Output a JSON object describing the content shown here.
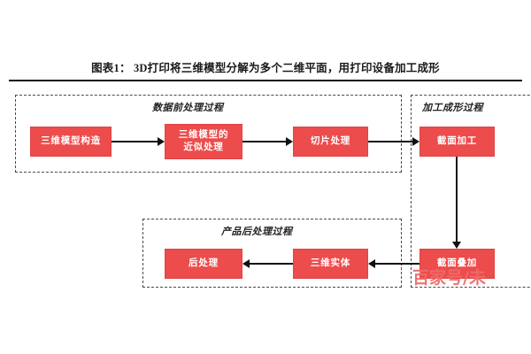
{
  "figure": {
    "title": "图表1：  3D打印将三维模型分解为多个二维平面，用打印设备加工成形",
    "accent_color": "#ED4C4C",
    "line_color": "#111111",
    "group_border_color": "#4a4a4a"
  },
  "groups": [
    {
      "id": "pre",
      "label": "数据前处理过程"
    },
    {
      "id": "form",
      "label": "加工成形过程"
    },
    {
      "id": "post",
      "label": "产品后处理过程"
    }
  ],
  "nodes": [
    {
      "id": "model",
      "label": "三维模型构造"
    },
    {
      "id": "approx",
      "label": "三维模型的\n近似处理",
      "line1": "三维模型的",
      "line2": "近似处理"
    },
    {
      "id": "slice",
      "label": "切片处理"
    },
    {
      "id": "section",
      "label": "截面加工"
    },
    {
      "id": "stack",
      "label": "截面叠加"
    },
    {
      "id": "solid",
      "label": "三维实体"
    },
    {
      "id": "post",
      "label": "后处理"
    }
  ],
  "watermark": {
    "text": "百家号/未"
  }
}
